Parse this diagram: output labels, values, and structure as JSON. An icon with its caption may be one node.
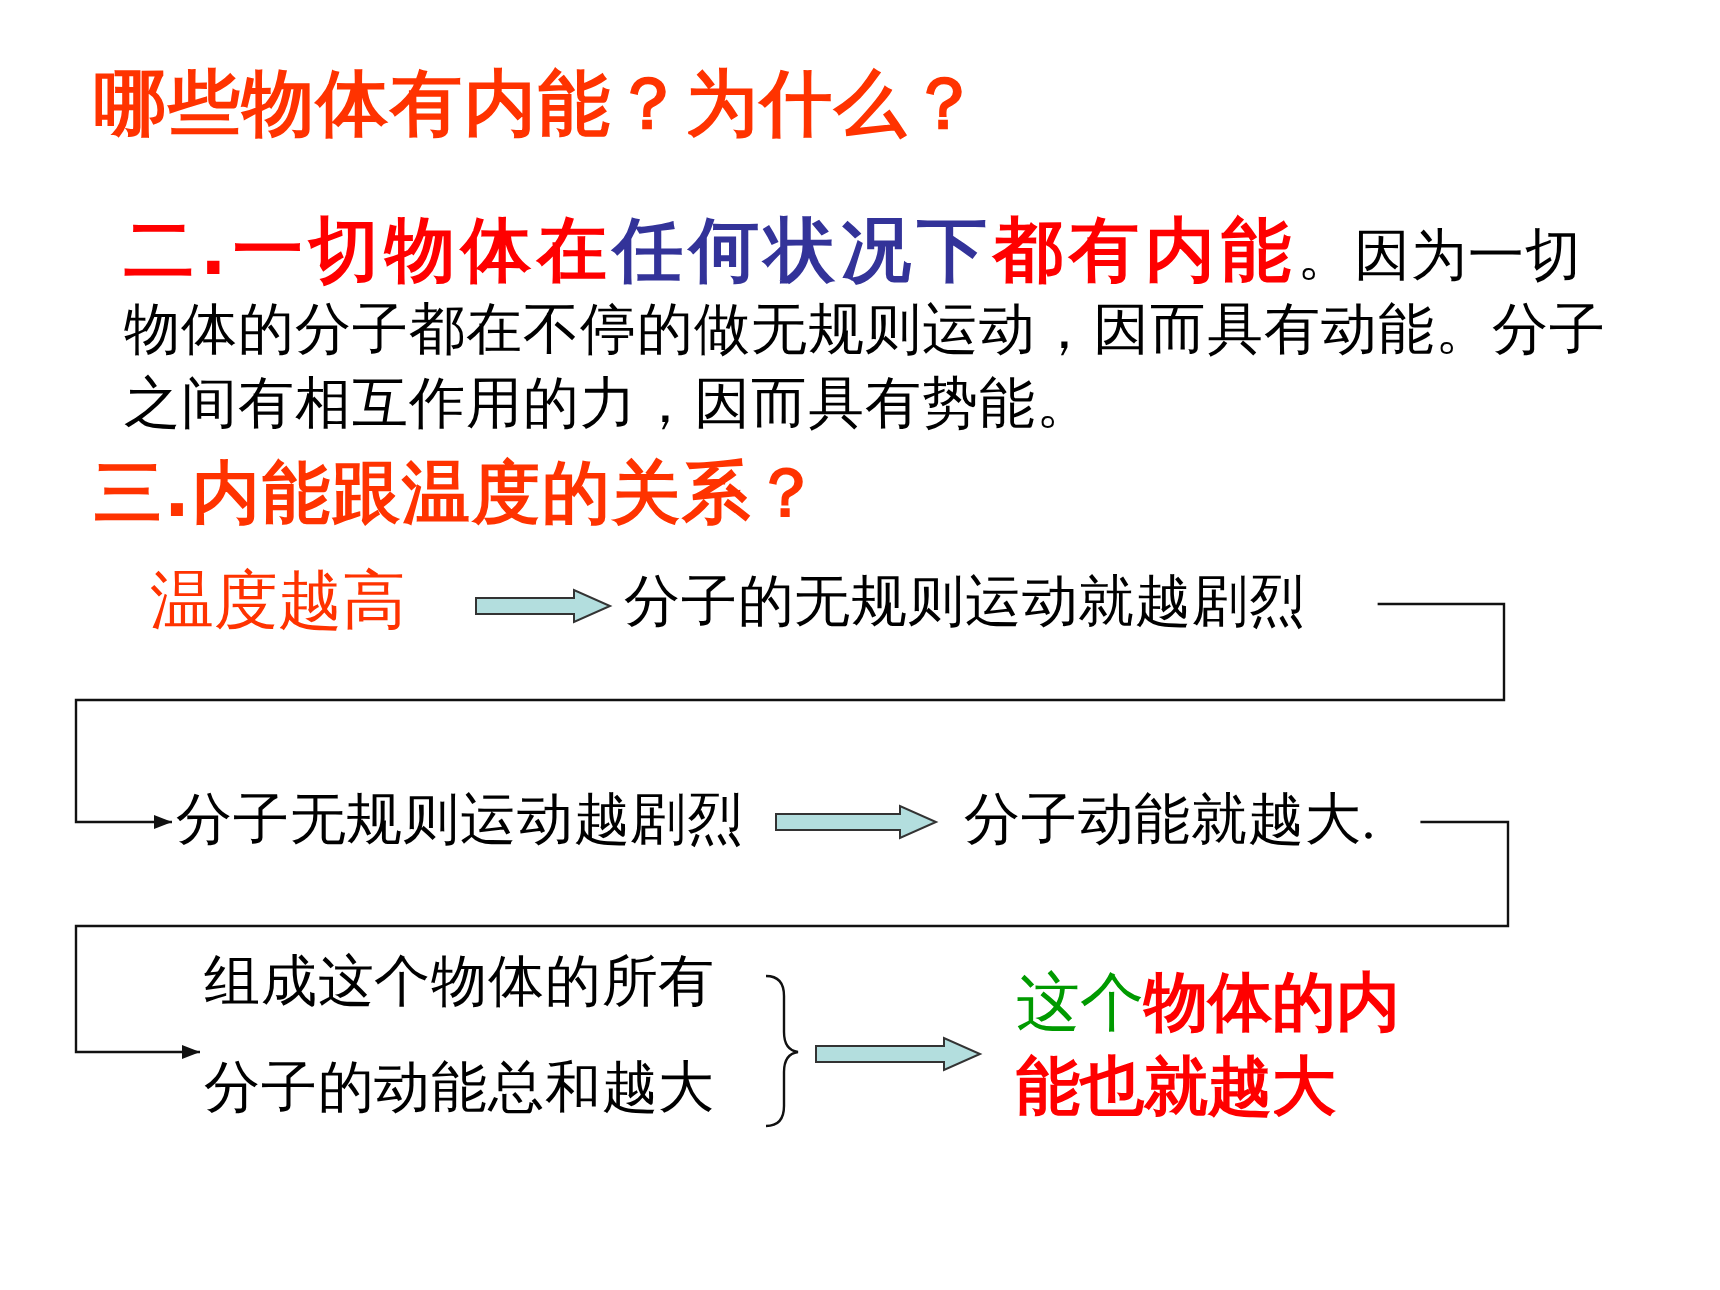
{
  "diagram": {
    "title": "哪些物体有内能？为什么？",
    "nodes": [
      {
        "text": [
          "温度越高"
        ]
      },
      {
        "text": [
          "分子的无规则运动就越剧烈"
        ]
      },
      {
        "text": [
          "分子无规则运动越剧烈"
        ]
      },
      {
        "text": [
          "分子动能就越大."
        ]
      },
      {
        "text": [
          "组成这个物体的所有分子的动能总和越大"
        ]
      },
      {
        "text": [
          "这个**物体的内能也就越大**"
        ]
      }
    ],
    "edges": [
      {
        "from": 0,
        "to": 1,
        "arrow": "to",
        "style": "thick",
        "color": "#b3dede"
      },
      {
        "from": 1,
        "to": 2,
        "arrow": "to"
      },
      {
        "from": 2,
        "to": 3,
        "arrow": "to",
        "style": "thick",
        "color": "#b3dede"
      },
      {
        "from": 3,
        "to": 4,
        "arrow": "to"
      },
      {
        "from": 4,
        "to": 5,
        "arrow": "to",
        "style": "thick",
        "color": "#b3dede"
      }
    ],
    "labels": [
      "**二.一切物体在任何状况下都有内能**。因为一切物体的分子都在不停的做无规则运动，因而具有动能。分子之间有相互作用的力，因而具有势能。",
      "三.内能跟温度的关系？"
    ]
  }
}
